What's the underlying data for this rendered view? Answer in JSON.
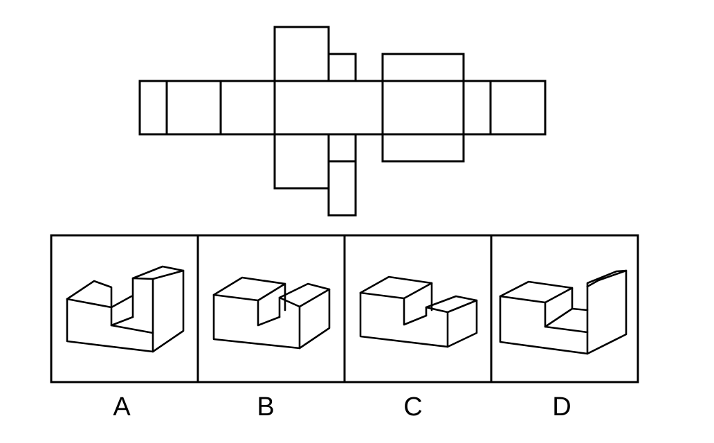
{
  "options": {
    "labels": [
      "A",
      "B",
      "C",
      "D"
    ]
  }
}
